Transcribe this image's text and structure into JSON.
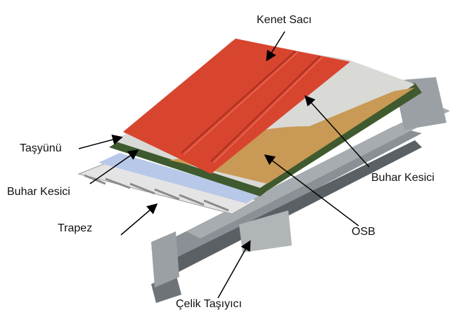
{
  "labels": {
    "kenet_saci": "Kenet Sacı",
    "tasyunu": "Taşyünü",
    "buhar_kesici_left": "Buhar Kesici",
    "trapez": "Trapez",
    "celik_tasiyici": "Çelik Taşıyıcı",
    "buhar_kesici_right": "Buhar Kesici",
    "osb": "OSB"
  },
  "colors": {
    "red_sheet": "#d8452f",
    "grey_barrier": "#d9d9d6",
    "osb": "#c89a55",
    "wool": "#3f5a2e",
    "blue_barrier": "#b8c8e8",
    "trapez": "#e6e6e6",
    "steel": "#7b8185"
  }
}
